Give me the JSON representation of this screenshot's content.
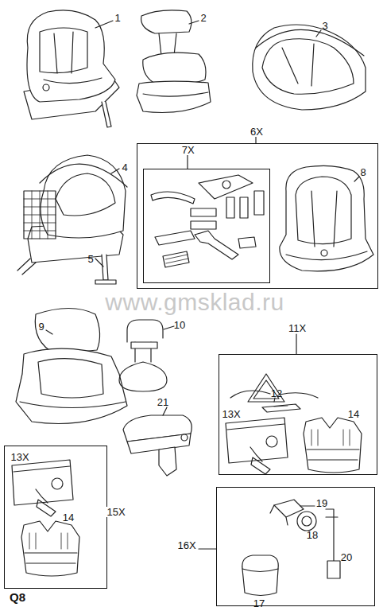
{
  "diagram": {
    "nodes": [
      {
        "text": [
          "6X"
        ]
      },
      {
        "text": [
          "7X"
        ],
        "in": 0
      },
      {
        "text": [
          "11X"
        ]
      },
      {
        "text": [
          "15X"
        ]
      },
      {
        "text": [
          "16X"
        ]
      }
    ],
    "labels": [
      "1",
      "2",
      "3",
      "4",
      "5",
      "8",
      "9",
      "10",
      "21",
      "12",
      "13X",
      "14",
      "13X",
      "14",
      "19",
      "18",
      "20",
      "17",
      "www.gmsklad.ru",
      "Q8"
    ]
  }
}
